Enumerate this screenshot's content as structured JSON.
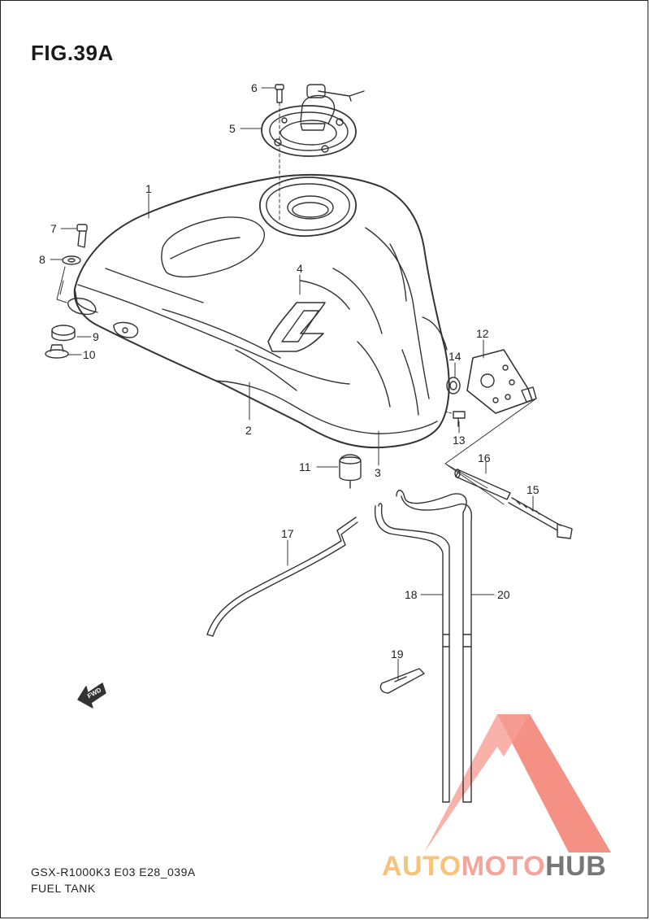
{
  "figure": {
    "title": "FIG.39A",
    "code": "GSX-R1000K3 E03 E28_039A",
    "name": "FUEL TANK"
  },
  "callouts": [
    "1",
    "2",
    "3",
    "4",
    "5",
    "6",
    "7",
    "8",
    "9",
    "10",
    "11",
    "12",
    "13",
    "14",
    "15",
    "16",
    "17",
    "18",
    "19",
    "20"
  ],
  "fwd_label": "FWD",
  "watermark": {
    "part1": "AUTO",
    "part2": "MOTO",
    "part3": "HUB",
    "colors": {
      "triangle": "#f5897e",
      "auto": "#f9c27a",
      "moto": "#f5a49c",
      "hub": "#777777"
    }
  }
}
